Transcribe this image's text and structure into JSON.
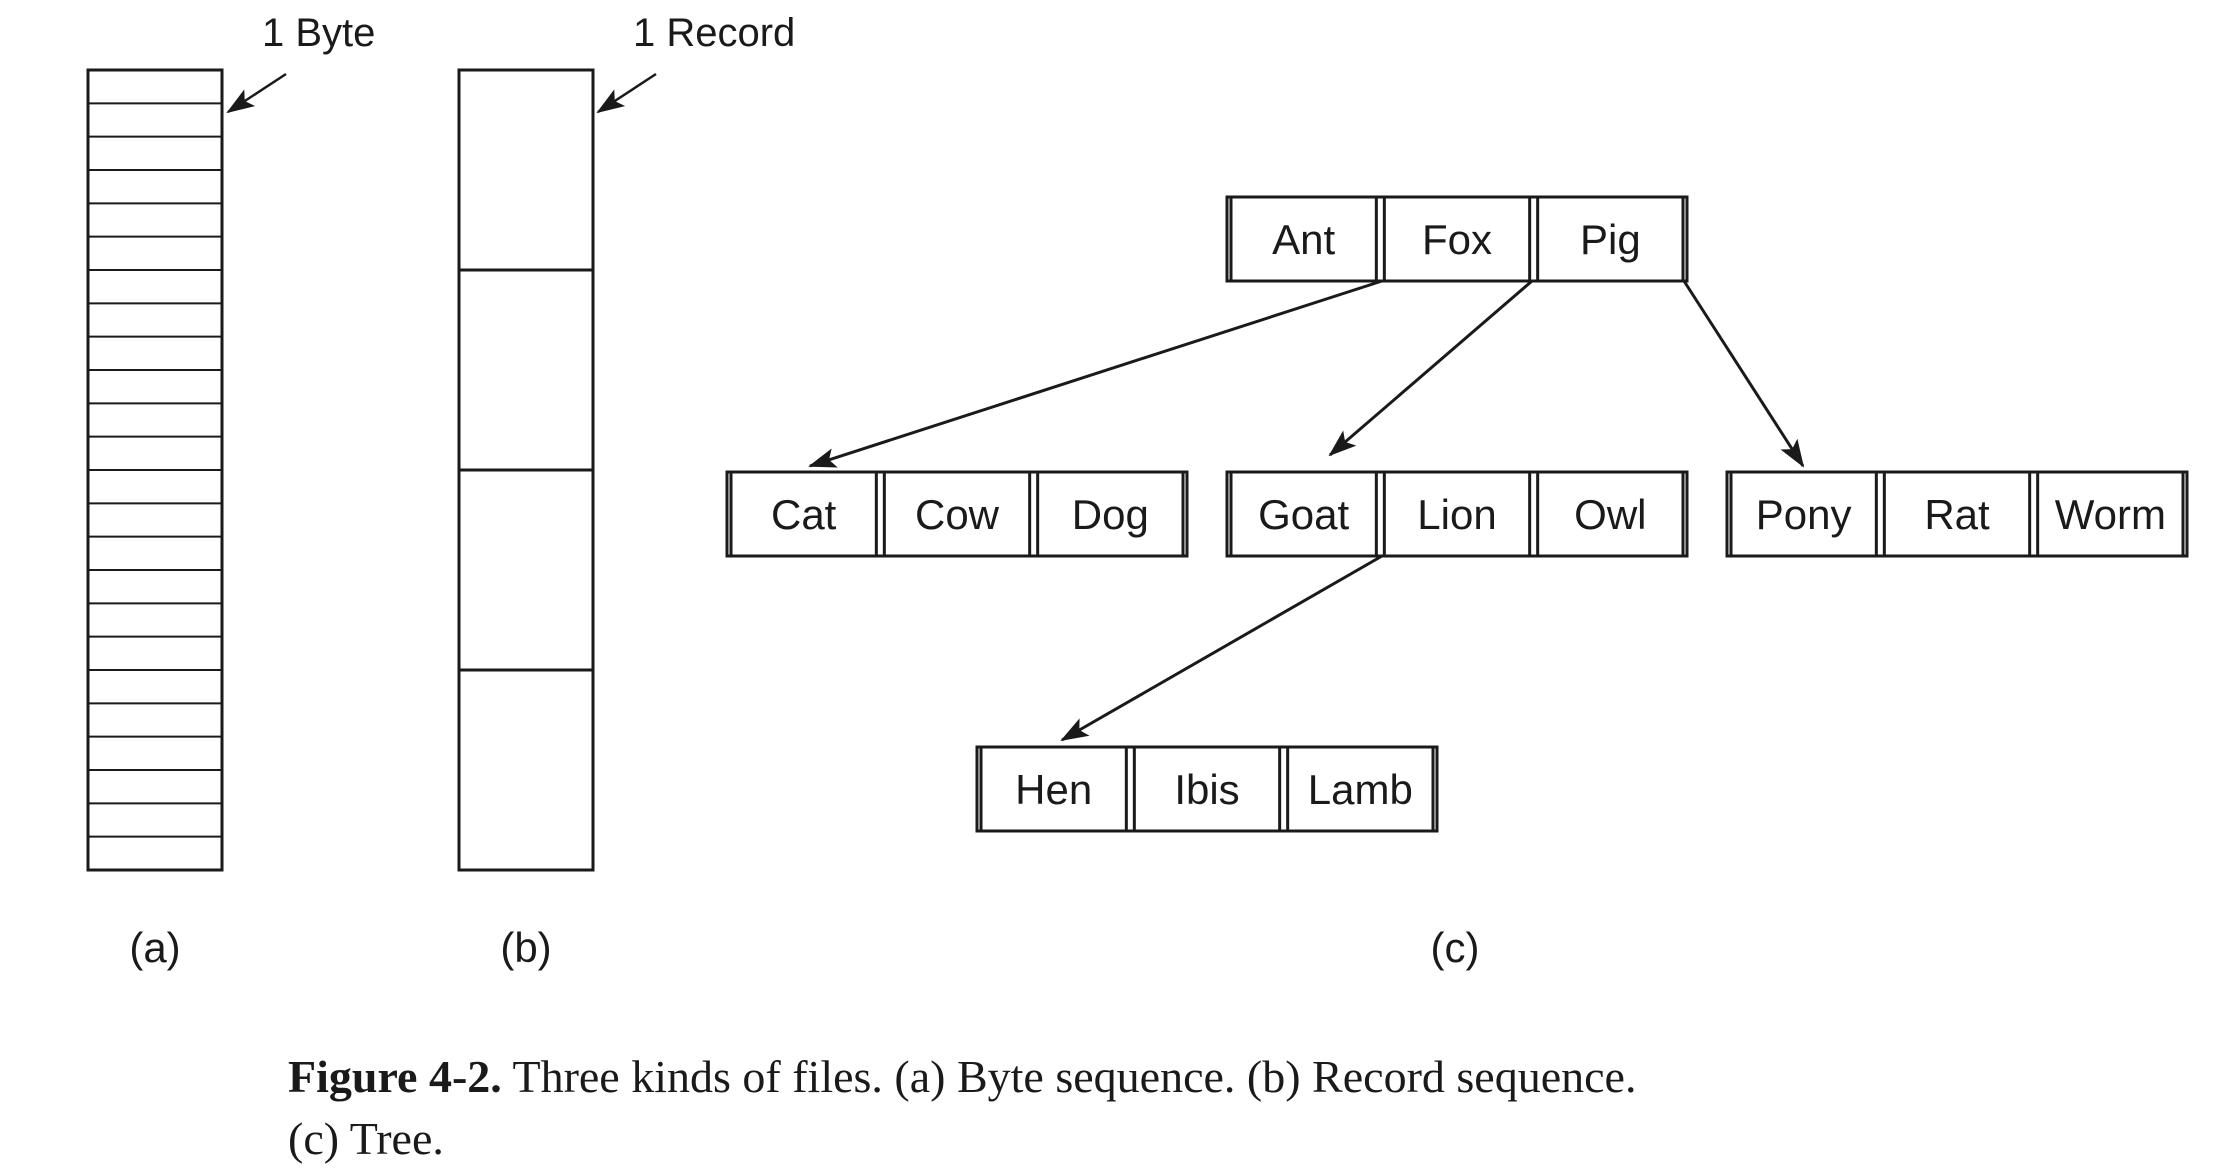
{
  "diagram_a": {
    "annotation": "1 Byte",
    "label": "(a)",
    "cell_count": 24
  },
  "diagram_b": {
    "annotation": "1 Record",
    "label": "(b)",
    "record_count": 4
  },
  "diagram_c": {
    "label": "(c)",
    "nodes": [
      {
        "id": "root",
        "keys": [
          "Ant",
          "Fox",
          "Pig"
        ]
      },
      {
        "id": "child1",
        "keys": [
          "Cat",
          "Cow",
          "Dog"
        ]
      },
      {
        "id": "child2",
        "keys": [
          "Goat",
          "Lion",
          "Owl"
        ]
      },
      {
        "id": "child3",
        "keys": [
          "Pony",
          "Rat",
          "Worm"
        ]
      },
      {
        "id": "grandchild",
        "keys": [
          "Hen",
          "Ibis",
          "Lamb"
        ]
      }
    ]
  },
  "caption": {
    "figure_label": "Figure 4-2.",
    "line1": "Three kinds of files. (a) Byte sequence. (b) Record sequence.",
    "line2": "(c) Tree."
  },
  "colors": {
    "ink": "#1a1a1a",
    "background": "#ffffff"
  }
}
